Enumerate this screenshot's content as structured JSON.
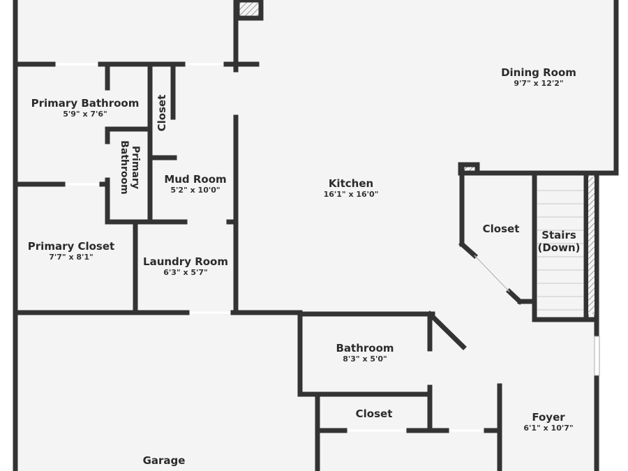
{
  "floorplan": {
    "background_color": "#f4f4f4",
    "wall_color": "#333333",
    "rooms": {
      "primary_bathroom": {
        "name": "Primary Bathroom",
        "dims": "5'9\" x 7'6\""
      },
      "closet_vertical": {
        "name": "Closet"
      },
      "primary_bathroom_2": {
        "name": "Primary Bathroom"
      },
      "mud_room": {
        "name": "Mud Room",
        "dims": "5'2\" x 10'0\""
      },
      "primary_closet": {
        "name": "Primary Closet",
        "dims": "7'7\" x 8'1\""
      },
      "laundry_room": {
        "name": "Laundry Room",
        "dims": "6'3\" x 5'7\""
      },
      "kitchen": {
        "name": "Kitchen",
        "dims": "16'1\" x 16'0\""
      },
      "dining_room": {
        "name": "Dining Room",
        "dims": "9'7\" x 12'2\""
      },
      "closet_hall": {
        "name": "Closet"
      },
      "stairs": {
        "name": "Stairs",
        "sub": "(Down)"
      },
      "bathroom": {
        "name": "Bathroom",
        "dims": "8'3\" x 5'0\""
      },
      "closet_lower": {
        "name": "Closet"
      },
      "foyer": {
        "name": "Foyer",
        "dims": "6'1\" x 10'7\""
      },
      "garage": {
        "name": "Garage"
      }
    }
  }
}
